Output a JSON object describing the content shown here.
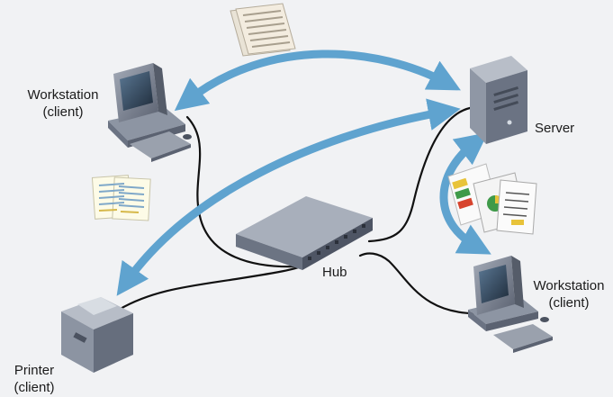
{
  "diagram": {
    "nodes": {
      "workstation_left": {
        "line1": "Workstation",
        "line2": "(client)"
      },
      "server": {
        "label": "Server"
      },
      "hub": {
        "label": "Hub"
      },
      "workstation_right": {
        "line1": "Workstation",
        "line2": "(client)"
      },
      "printer": {
        "line1": "Printer",
        "line2": "(client)"
      }
    },
    "colors": {
      "background": "#f1f2f4",
      "arrow": "#5fa3cf",
      "cable": "#111111",
      "device_body": "#7d8593",
      "device_dark": "#4b5260",
      "screen": "#2c3e52"
    },
    "icons": [
      "workstation-icon",
      "server-icon",
      "hub-icon",
      "printer-icon",
      "document-icon",
      "spreadsheet-icon",
      "report-icon"
    ]
  }
}
